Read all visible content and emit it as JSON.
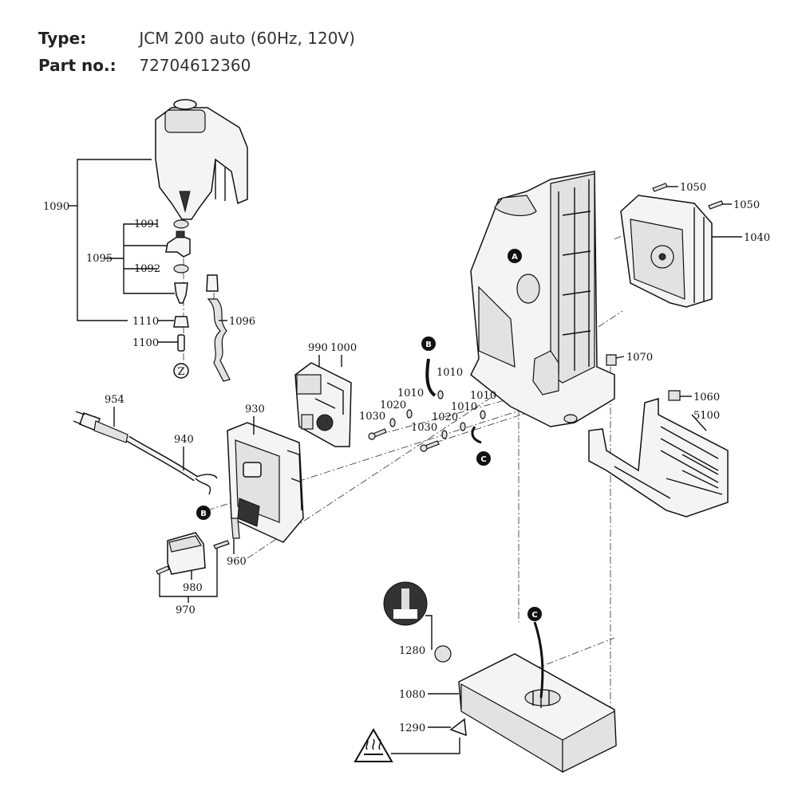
{
  "header": {
    "type_label": "Type:",
    "type_value": "JCM 200 auto (60Hz, 120V)",
    "part_label": "Part no.:",
    "part_value": "72704612360"
  },
  "callouts": {
    "c1090": "1090",
    "c1091": "1091",
    "c1095": "1095",
    "c1092": "1092",
    "c1110": "1110",
    "c1100": "1100",
    "c1096": "1096",
    "cZ": "Z",
    "c954": "954",
    "c940": "940",
    "c930": "930",
    "c990": "990",
    "c1000": "1000",
    "c1010a": "1010",
    "c1010b": "1010",
    "c1010c": "1010",
    "c1010d": "1010",
    "c1020a": "1020",
    "c1020b": "1020",
    "c1030a": "1030",
    "c1030b": "1030",
    "c960": "960",
    "c980": "980",
    "c970": "970",
    "c1050a": "1050",
    "c1050b": "1050",
    "c1040": "1040",
    "c1070": "1070",
    "c1060": "1060",
    "c5100": "5100",
    "c1280": "1280",
    "c1080": "1080",
    "c1290": "1290"
  },
  "markers": {
    "a": "A",
    "b": "B",
    "c": "C"
  }
}
